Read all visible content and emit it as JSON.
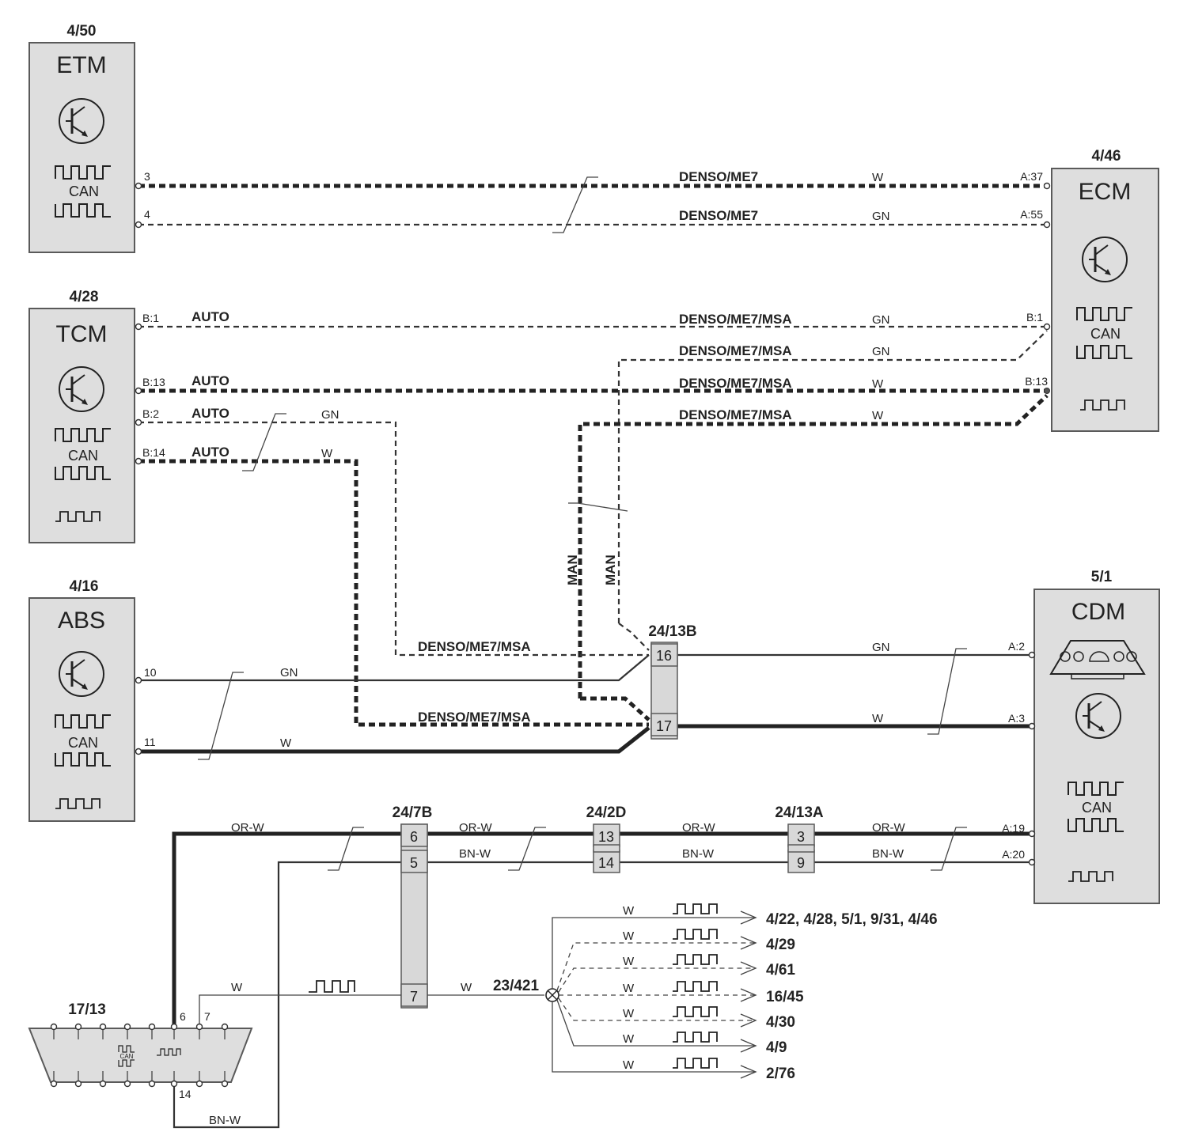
{
  "modules": {
    "etm": {
      "ref": "4/50",
      "name": "ETM",
      "bus": "CAN"
    },
    "tcm": {
      "ref": "4/28",
      "name": "TCM",
      "bus": "CAN"
    },
    "abs": {
      "ref": "4/16",
      "name": "ABS",
      "bus": "CAN"
    },
    "ecm": {
      "ref": "4/46",
      "name": "ECM",
      "bus": "CAN"
    },
    "cdm": {
      "ref": "5/1",
      "name": "CDM",
      "bus": "CAN"
    },
    "dlc": {
      "ref": "17/13",
      "bus": "CAN"
    }
  },
  "pins": {
    "etm_3": "3",
    "etm_4": "4",
    "tcm_b1": "B:1",
    "tcm_b13": "B:13",
    "tcm_b2": "B:2",
    "tcm_b14": "B:14",
    "abs_10": "10",
    "abs_11": "11",
    "ecm_a37": "A:37",
    "ecm_a55": "A:55",
    "ecm_b1": "B:1",
    "ecm_b13": "B:13",
    "cdm_a2": "A:2",
    "cdm_a3": "A:3",
    "cdm_a19": "A:19",
    "cdm_a20": "A:20",
    "dlc_6": "6",
    "dlc_7": "7",
    "dlc_14": "14"
  },
  "connectors": {
    "c24_13b": {
      "ref": "24/13B",
      "pins": [
        "16",
        "17"
      ]
    },
    "c24_7b": {
      "ref": "24/7B",
      "pins": [
        "6",
        "5",
        "7"
      ]
    },
    "c24_2d": {
      "ref": "24/2D",
      "pins": [
        "13",
        "14"
      ]
    },
    "c24_13a": {
      "ref": "24/13A",
      "pins": [
        "3",
        "9"
      ]
    },
    "splice": {
      "ref": "23/421"
    }
  },
  "wire_labels": {
    "denso_me7": "DENSO/ME7",
    "denso_me7_msa": "DENSO/ME7/MSA",
    "auto": "AUTO",
    "man": "MAN"
  },
  "wire_colors": {
    "w": "W",
    "gn": "GN",
    "or_w": "OR-W",
    "bn_w": "BN-W"
  },
  "destinations": [
    "4/22, 4/28, 5/1, 9/31, 4/46",
    "4/29",
    "4/61",
    "16/45",
    "4/30",
    "4/9",
    "2/76"
  ]
}
